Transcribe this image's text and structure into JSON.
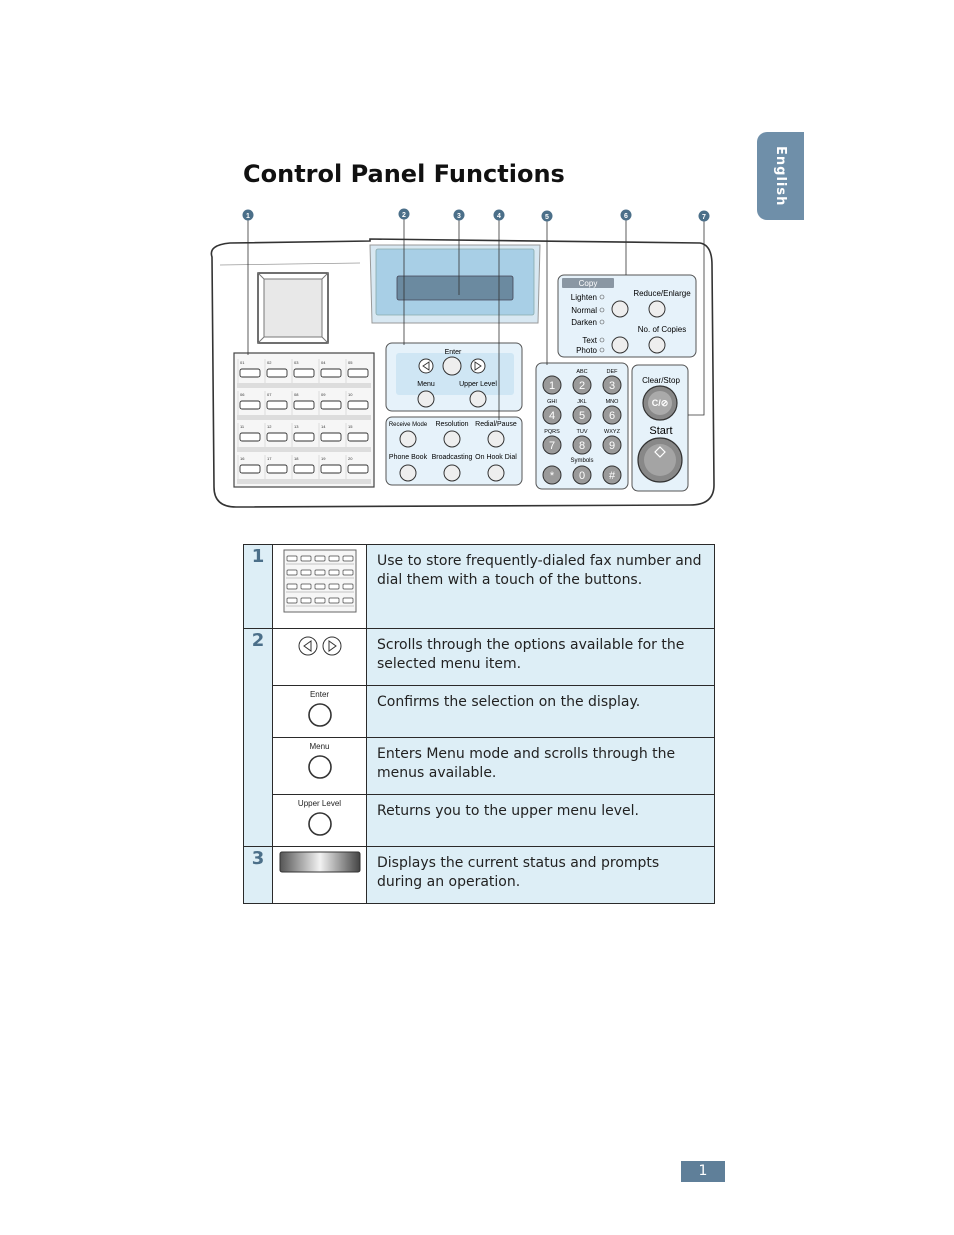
{
  "side_tab": {
    "label": "English"
  },
  "title": "Control Panel Functions",
  "callouts": [
    "1",
    "2",
    "3",
    "4",
    "5",
    "6",
    "7"
  ],
  "panel": {
    "enter": "Enter",
    "menu": "Menu",
    "upper_level": "Upper Level",
    "receive_mode": "Receive Mode",
    "resolution": "Resolution",
    "redial_pause": "Redial/Pause",
    "phone_book": "Phone Book",
    "broadcasting": "Broadcasting",
    "on_hook_dial": "On Hook Dial",
    "copy": "Copy",
    "lighten": "Lighten",
    "normal": "Normal",
    "darken": "Darken",
    "text": "Text",
    "photo": "Photo",
    "reduce_enlarge": "Reduce/Enlarge",
    "no_of_copies": "No. of Copies",
    "clear_stop": "Clear/Stop",
    "clear_stop_symbol": "C/⊘",
    "start": "Start",
    "symbols": "Symbols",
    "keys": [
      {
        "digit": "1",
        "letters": ""
      },
      {
        "digit": "2",
        "letters": "ABC"
      },
      {
        "digit": "3",
        "letters": "DEF"
      },
      {
        "digit": "4",
        "letters": "GHI"
      },
      {
        "digit": "5",
        "letters": "JKL"
      },
      {
        "digit": "6",
        "letters": "MNO"
      },
      {
        "digit": "7",
        "letters": "PQRS"
      },
      {
        "digit": "8",
        "letters": "TUV"
      },
      {
        "digit": "9",
        "letters": "WXYZ"
      },
      {
        "digit": "*",
        "letters": ""
      },
      {
        "digit": "0",
        "letters": ""
      },
      {
        "digit": "#",
        "letters": ""
      }
    ],
    "one_touch_labels": [
      "01",
      "02",
      "03",
      "04",
      "05",
      "06",
      "07",
      "08",
      "09",
      "10",
      "11",
      "12",
      "13",
      "14",
      "15",
      "16",
      "17",
      "18",
      "19",
      "20"
    ]
  },
  "table": {
    "rows": [
      {
        "number": "1",
        "items": [
          {
            "icon": "one-touch-keypad",
            "label": "",
            "description": "Use to store frequently-dialed fax number and dial them with a touch of the buttons."
          }
        ]
      },
      {
        "number": "2",
        "items": [
          {
            "icon": "scroll-arrows",
            "label": "",
            "description": "Scrolls through the options available for the selected menu item."
          },
          {
            "icon": "round-button",
            "label": "Enter",
            "description": "Confirms the selection on the display."
          },
          {
            "icon": "round-button",
            "label": "Menu",
            "description": "Enters Menu mode and scrolls through the menus available."
          },
          {
            "icon": "round-button",
            "label": "Upper Level",
            "description": "Returns you to the upper menu level."
          }
        ]
      },
      {
        "number": "3",
        "items": [
          {
            "icon": "lcd-display",
            "label": "",
            "description": "Displays the current status and prompts during an operation."
          }
        ]
      }
    ]
  },
  "page_number": "1",
  "colors": {
    "tab": "#6f8fa9",
    "callout": "#4b6f89",
    "cell_bg": "#ddeef6",
    "panel_box": "#e6f2fa",
    "lcd": "#8fb0c8",
    "lcd_bezel": "#a8cfe6"
  }
}
